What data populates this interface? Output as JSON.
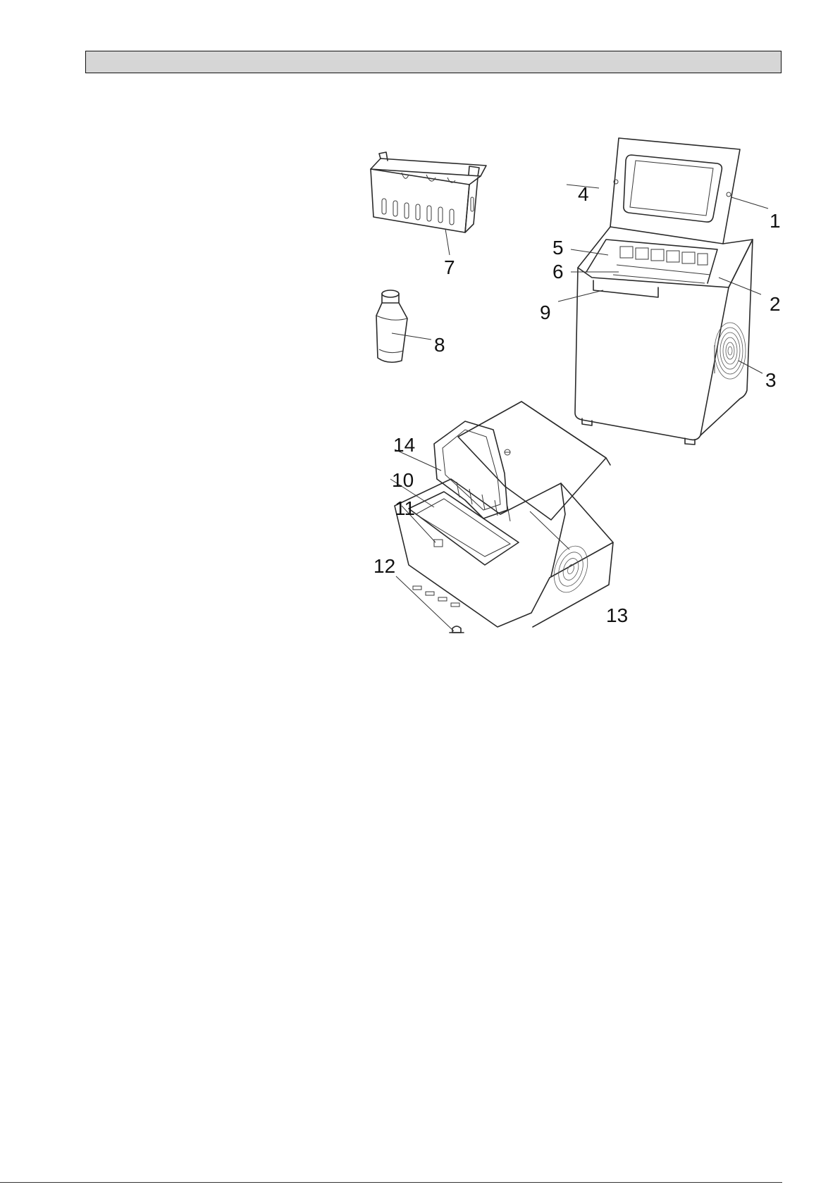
{
  "header": {
    "title": ""
  },
  "figure": {
    "callouts": [
      {
        "id": "1",
        "label": "1"
      },
      {
        "id": "2",
        "label": "2"
      },
      {
        "id": "3",
        "label": "3"
      },
      {
        "id": "4",
        "label": "4"
      },
      {
        "id": "5",
        "label": "5"
      },
      {
        "id": "6",
        "label": "6"
      },
      {
        "id": "7",
        "label": "7"
      },
      {
        "id": "8",
        "label": "8"
      },
      {
        "id": "9",
        "label": "9"
      },
      {
        "id": "10",
        "label": "10"
      },
      {
        "id": "11",
        "label": "11"
      },
      {
        "id": "12",
        "label": "12"
      },
      {
        "id": "13",
        "label": "13"
      },
      {
        "id": "14",
        "label": "14"
      }
    ]
  },
  "colors": {
    "header_fill": "#d6d6d6",
    "line": "#2a2a2a"
  }
}
